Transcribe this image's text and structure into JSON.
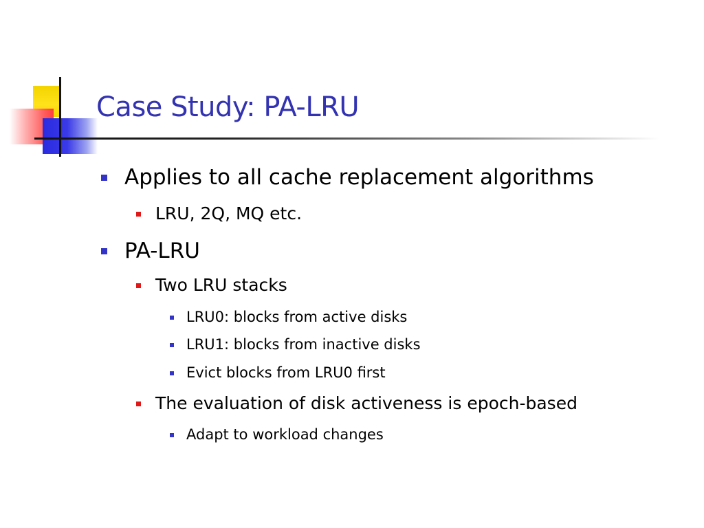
{
  "slide": {
    "title": "Case Study: PA-LRU",
    "bullets": [
      {
        "text": "Applies to all cache replacement algorithms"
      },
      {
        "text": "LRU, 2Q, MQ etc."
      },
      {
        "text": "PA-LRU"
      },
      {
        "text": "Two LRU stacks"
      },
      {
        "text": "LRU0: blocks from active disks"
      },
      {
        "text": "LRU1: blocks from inactive disks"
      },
      {
        "text": "Evict blocks from LRU0 first"
      },
      {
        "text": "The evaluation of disk activeness is epoch-based"
      },
      {
        "text": "Adapt to workload changes"
      }
    ]
  },
  "colors": {
    "title": "#3333b2",
    "level1_marker": "#3333c8",
    "level2_marker": "#e01818",
    "level3_marker": "#3333c8",
    "text": "#000000"
  }
}
